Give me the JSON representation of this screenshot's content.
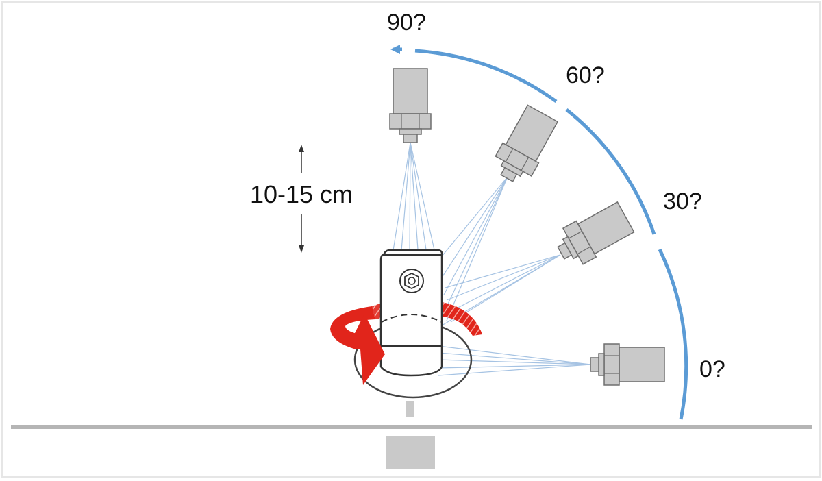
{
  "labels": {
    "distance": "10-15 cm",
    "angle_0": "0?",
    "angle_30": "30?",
    "angle_60": "60?",
    "angle_90": "90?"
  },
  "colors": {
    "arc": "#5b9bd5",
    "beam": "#9dbde0",
    "sensor_body": "#c9c9c9",
    "sensor_outline": "#6e6e6e",
    "rotation_arrow": "#e1251b",
    "ground": "#b5b5b5",
    "text": "#111111"
  },
  "icons": {
    "rotation": "curved-rotation-arrow-icon",
    "distance": "double-headed-vertical-arrow-icon"
  }
}
